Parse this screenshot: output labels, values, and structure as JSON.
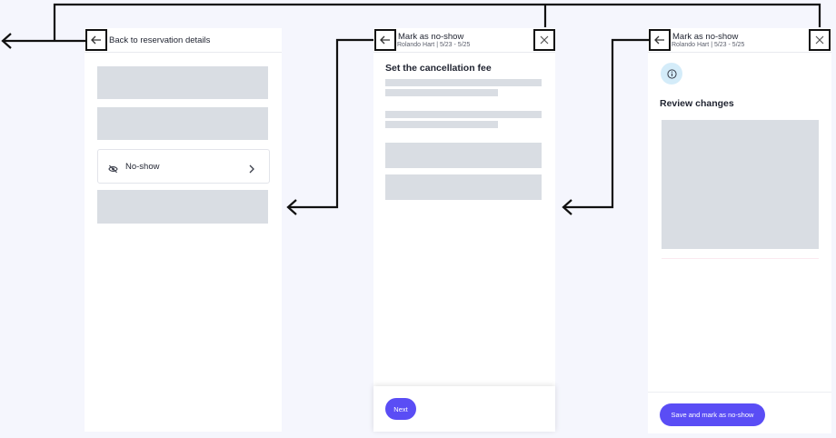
{
  "screen1": {
    "header_title": "Back to reservation details",
    "option_label": "No-show"
  },
  "screen2": {
    "header_title": "Mark as no-show",
    "header_subtitle": "Rolando Hart | 5/23 - 5/25",
    "section_title": "Set the cancellation fee",
    "next_label": "Next"
  },
  "screen3": {
    "header_title": "Mark as no-show",
    "header_subtitle": "Rolando Hart | 5/23 - 5/25",
    "section_title": "Review changes",
    "save_label": "Save and mark as no-show"
  },
  "icons": [
    "arrow-left-icon",
    "close-icon",
    "eye-off-icon",
    "chevron-right-icon",
    "info-icon"
  ],
  "colors": {
    "accent": "#5a4df5",
    "placeholder": "#d9dde3",
    "background": "#f5f6fd",
    "info_bg": "#d4ecf9",
    "connector": "#111111"
  }
}
